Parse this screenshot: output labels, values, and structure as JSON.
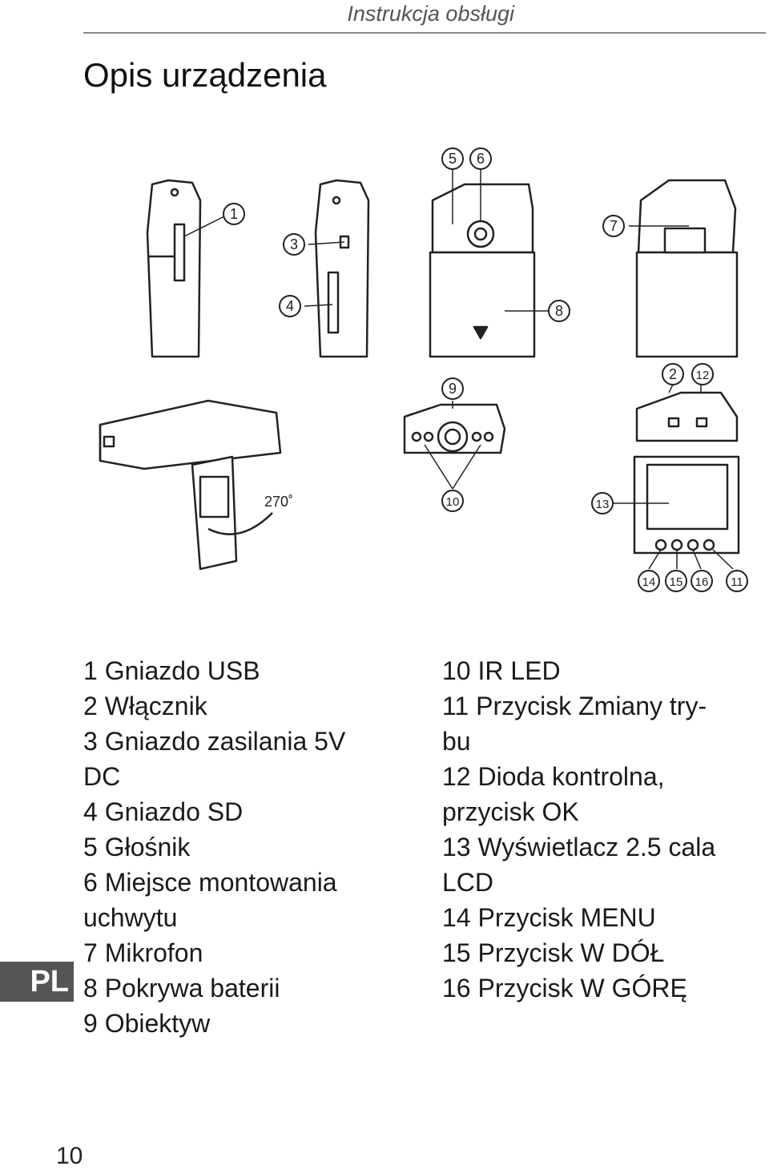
{
  "header": {
    "text": "Instrukcja obsługi"
  },
  "title": "Opis urządzenia",
  "figure": {
    "callouts": [
      "1",
      "2",
      "3",
      "4",
      "5",
      "6",
      "7",
      "8",
      "9",
      "10",
      "11",
      "12",
      "13",
      "14",
      "15",
      "16"
    ],
    "rotation_label": "270˚"
  },
  "legend_left": [
    "1 Gniazdo USB",
    "2 Włącznik",
    "3 Gniazdo zasilania 5V",
    "DC",
    "4 Gniazdo SD",
    "5 Głośnik",
    "6 Miejsce montowania",
    "uchwytu",
    "7 Mikrofon",
    "8 Pokrywa baterii",
    "9 Obiektyw"
  ],
  "legend_right": [
    "10 IR LED",
    "11 Przycisk Zmiany try-",
    "bu",
    "12 Dioda kontrolna,",
    "przycisk OK",
    "13 Wyświetlacz 2.5 cala",
    "LCD",
    "14 Przycisk MENU",
    "15 Przycisk W DÓŁ",
    "16 Przycisk W GÓRĘ"
  ],
  "lang_tab": "PL",
  "page_number": "10"
}
